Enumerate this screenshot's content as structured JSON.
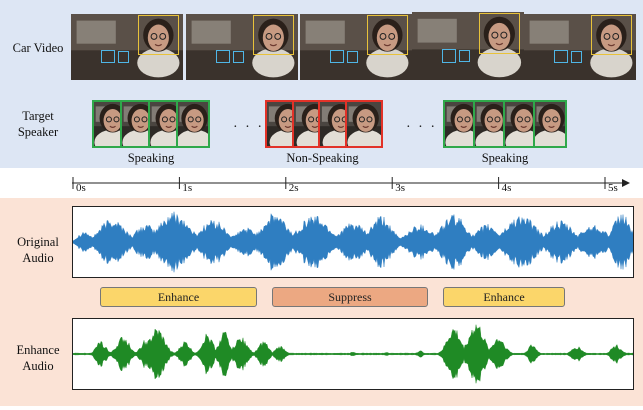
{
  "rows": {
    "car_video": "Car Video",
    "target_speaker": "Target\nSpeaker",
    "original_audio": "Original\nAudio",
    "enhance_audio": "Enhance\nAudio"
  },
  "speaker_groups": [
    {
      "label": "Speaking",
      "state": "speaking",
      "color": "#2fa84a"
    },
    {
      "label": "Non-Speaking",
      "state": "non-speaking",
      "color": "#e23228"
    },
    {
      "label": "Speaking",
      "state": "speaking",
      "color": "#2fa84a"
    }
  ],
  "ellipsis": "· · ·",
  "timeline": {
    "ticks": [
      "0s",
      "1s",
      "2s",
      "3s",
      "4s",
      "5s"
    ]
  },
  "tags": [
    {
      "label": "Enhance",
      "kind": "enhance",
      "color": "#fbd66a"
    },
    {
      "label": "Suppress",
      "kind": "suppress",
      "color": "#eca882"
    },
    {
      "label": "Enhance",
      "kind": "enhance",
      "color": "#fbd66a"
    }
  ],
  "colors": {
    "original_wave": "#2f7ec1",
    "enhanced_wave": "#1f8a25",
    "top_panel": "#dde6f4",
    "bottom_panel": "#fbe3d6"
  }
}
